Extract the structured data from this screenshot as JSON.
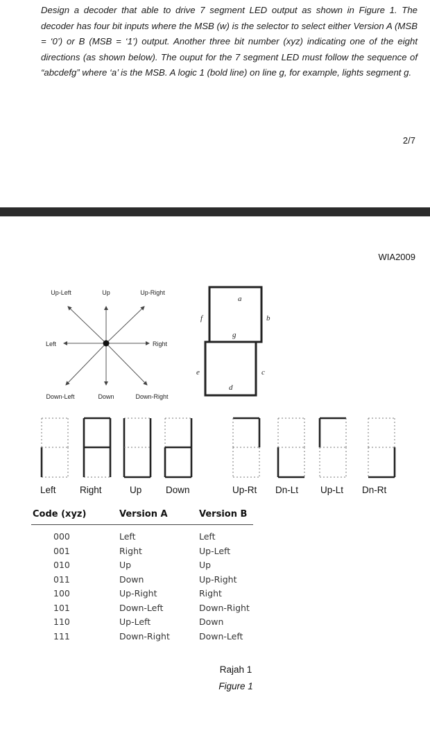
{
  "question": {
    "text": "Design a decoder that able to drive 7 segment LED output as shown in Figure 1. The decoder has four bit inputs where the MSB (w) is the selector to select either Version A (MSB = ‘0’) or B (MSB = ‘1’) output. Another three bit number (xyz) indicating one of the eight directions (as shown below). The ouput for the 7 segment LED must follow the sequence of “abcdefg” where ‘a’ is the MSB. A logic 1 (bold line) on line g, for example, lights segment g."
  },
  "page_number": "2/7",
  "course_code": "WIA2009",
  "compass": {
    "up_left": "Up-Left",
    "up": "Up",
    "up_right": "Up-Right",
    "left": "Left",
    "right": "Right",
    "down_left": "Down-Left",
    "down": "Down",
    "down_right": "Down-Right"
  },
  "segment_labels": {
    "a": "a",
    "b": "b",
    "c": "c",
    "d": "d",
    "e": "e",
    "f": "f",
    "g": "g"
  },
  "displays": [
    {
      "label": "Left",
      "segments": "e"
    },
    {
      "label": "Right",
      "segments": "a,b,c,e,f,g"
    },
    {
      "label": "Up",
      "segments": "b,c,d,e,f"
    },
    {
      "label": "Down",
      "segments": "b,c,d,e,g"
    },
    {
      "label": "Up-Rt",
      "segments": "a,b"
    },
    {
      "label": "Dn-Lt",
      "segments": "d,e"
    },
    {
      "label": "Up-Lt",
      "segments": "a,f"
    },
    {
      "label": "Dn-Rt",
      "segments": "c,d"
    }
  ],
  "table": {
    "headers": {
      "code": "Code (xyz)",
      "version_a": "Version A",
      "version_b": "Version B"
    },
    "codes": [
      "000",
      "001",
      "010",
      "011",
      "100",
      "101",
      "110",
      "111"
    ],
    "version_a": [
      "Left",
      "Right",
      "Up",
      "Down",
      "Up-Right",
      "Down-Left",
      "Up-Left",
      "Down-Right"
    ],
    "version_b": [
      "Left",
      "Up-Left",
      "Up",
      "Up-Right",
      "Right",
      "Down-Right",
      "Down",
      "Down-Left"
    ]
  },
  "caption": {
    "malay": "Rajah 1",
    "english": "Figure 1"
  }
}
